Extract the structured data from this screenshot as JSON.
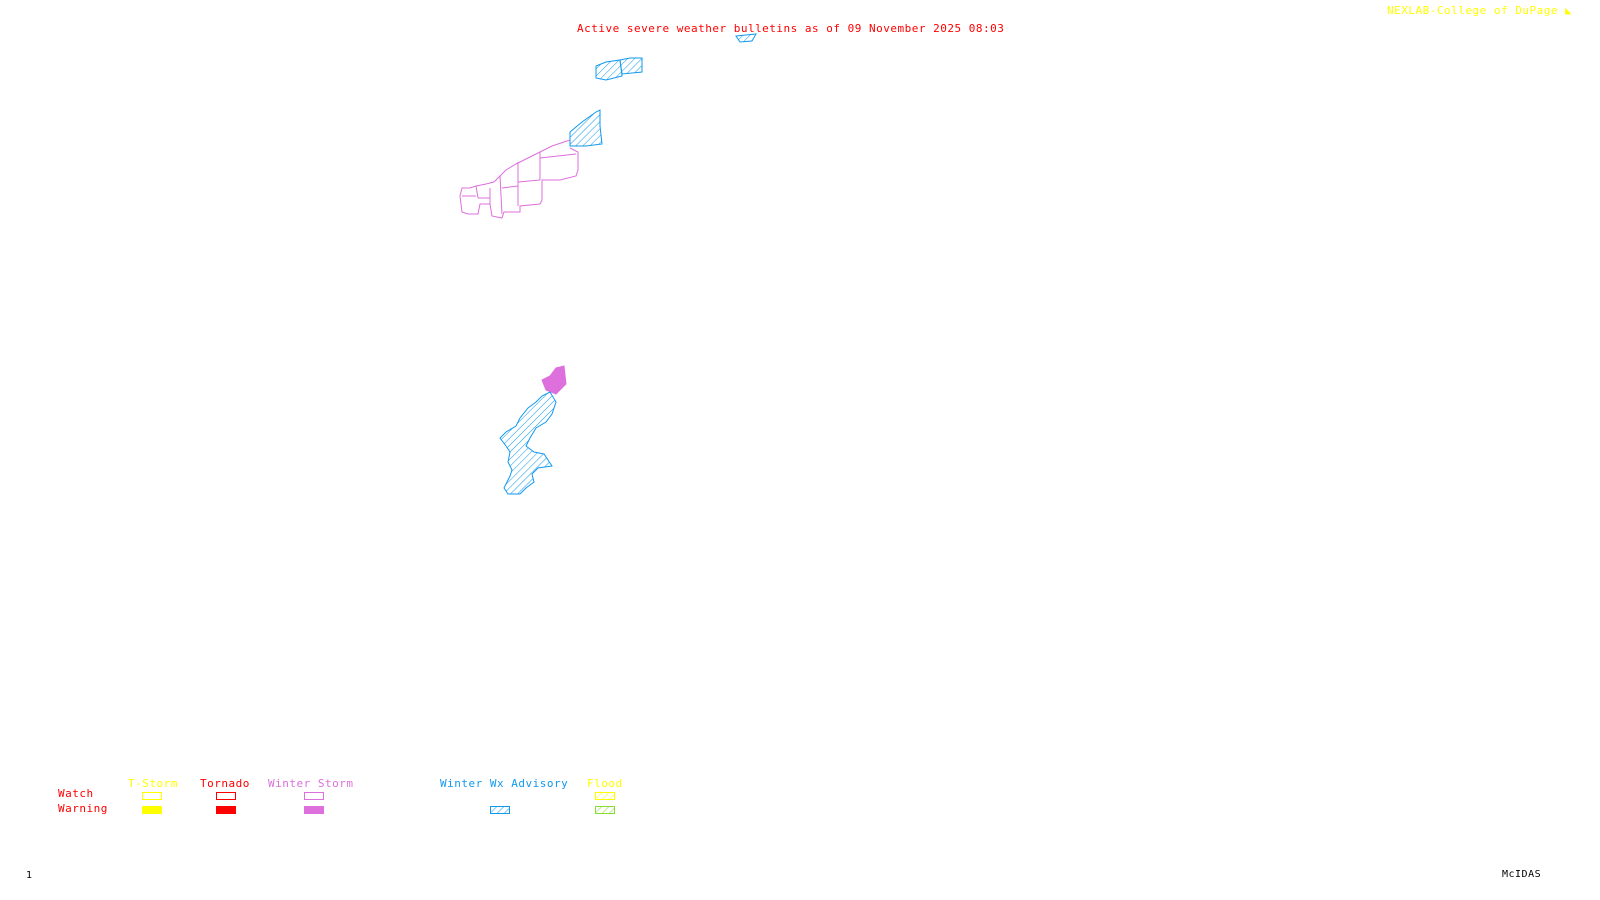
{
  "header": {
    "title": "Active severe weather bulletins as of 09 November 2025 08:03",
    "credit": "NEXLAB-College of DuPage",
    "credit_icon": "corner-logo-icon"
  },
  "colors": {
    "title": "#ff0000",
    "credit": "#ffff00",
    "tstorm": "#ffff00",
    "tornado": "#ff0000",
    "winter_storm": "#dd70dd",
    "winter_wx_advisory": "#1199ee",
    "flood_watch": "#ffff00",
    "flood_warning": "#88dd33"
  },
  "legend": {
    "row_labels": {
      "watch": "Watch",
      "warning": "Warning"
    },
    "categories": [
      {
        "name": "T-Storm",
        "watch": "outline",
        "warning": "filled"
      },
      {
        "name": "Tornado",
        "watch": "outline",
        "warning": "filled"
      },
      {
        "name": "Winter Storm",
        "watch": "outline",
        "warning": "filled"
      },
      {
        "name": "Winter Wx Advisory",
        "watch": "none",
        "warning": "hatched"
      },
      {
        "name": "Flood",
        "watch": "hatched",
        "warning": "hatched"
      }
    ]
  },
  "footer": {
    "frame_number": "1",
    "software": "McIDAS"
  },
  "map_features": [
    {
      "type": "Winter Wx Advisory",
      "region": "north-top-small"
    },
    {
      "type": "Winter Wx Advisory",
      "region": "north-pair"
    },
    {
      "type": "Winter Wx Advisory",
      "region": "north-block"
    },
    {
      "type": "Winter Storm Watch",
      "region": "north-county-group"
    },
    {
      "type": "Winter Storm Warning",
      "region": "south-tip"
    },
    {
      "type": "Winter Wx Advisory",
      "region": "south-chain"
    }
  ]
}
